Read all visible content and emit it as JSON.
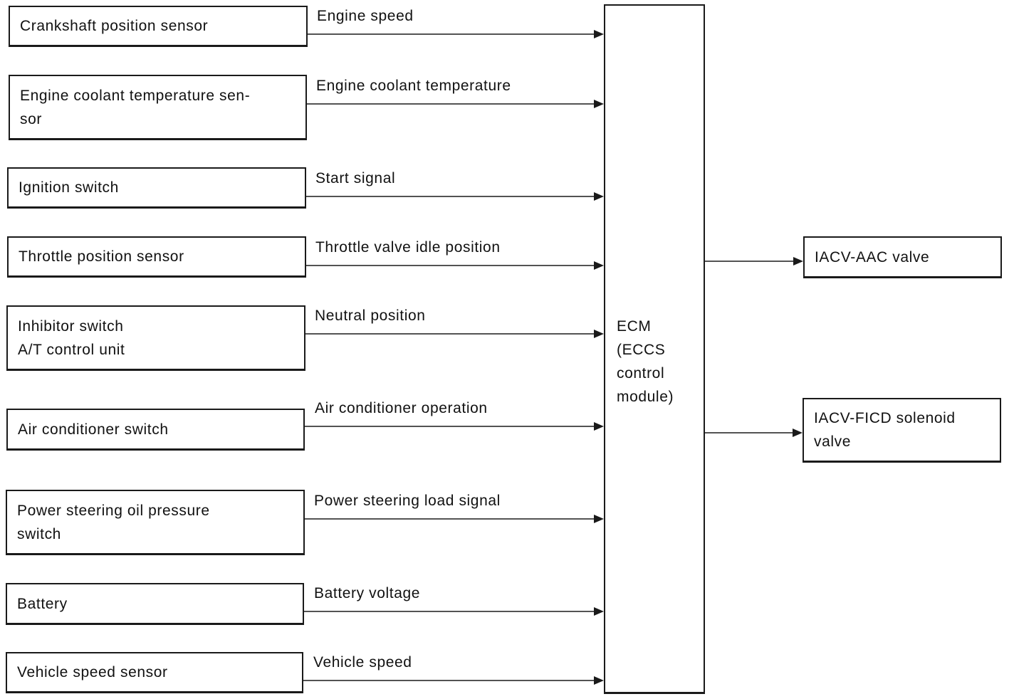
{
  "diagram": {
    "inputs": [
      {
        "label": "Crankshaft position sensor",
        "signal": "Engine speed"
      },
      {
        "label": "Engine coolant temperature sen-\nsor",
        "signal": "Engine coolant temperature"
      },
      {
        "label": "Ignition switch",
        "signal": "Start signal"
      },
      {
        "label": "Throttle position sensor",
        "signal": "Throttle valve idle position"
      },
      {
        "label": "Inhibitor switch\nA/T control unit",
        "signal": "Neutral position"
      },
      {
        "label": "Air conditioner switch",
        "signal": "Air conditioner operation"
      },
      {
        "label": "Power steering oil pressure\nswitch",
        "signal": "Power steering load signal"
      },
      {
        "label": "Battery",
        "signal": "Battery voltage"
      },
      {
        "label": "Vehicle speed sensor",
        "signal": "Vehicle speed"
      }
    ],
    "ecm": {
      "label": "ECM\n(ECCS\ncontrol\nmodule)"
    },
    "outputs": [
      {
        "label": "IACV-AAC valve"
      },
      {
        "label": "IACV-FICD solenoid\nvalve"
      }
    ],
    "colors": {
      "line": "#1a1a1a",
      "background": "#ffffff"
    }
  }
}
